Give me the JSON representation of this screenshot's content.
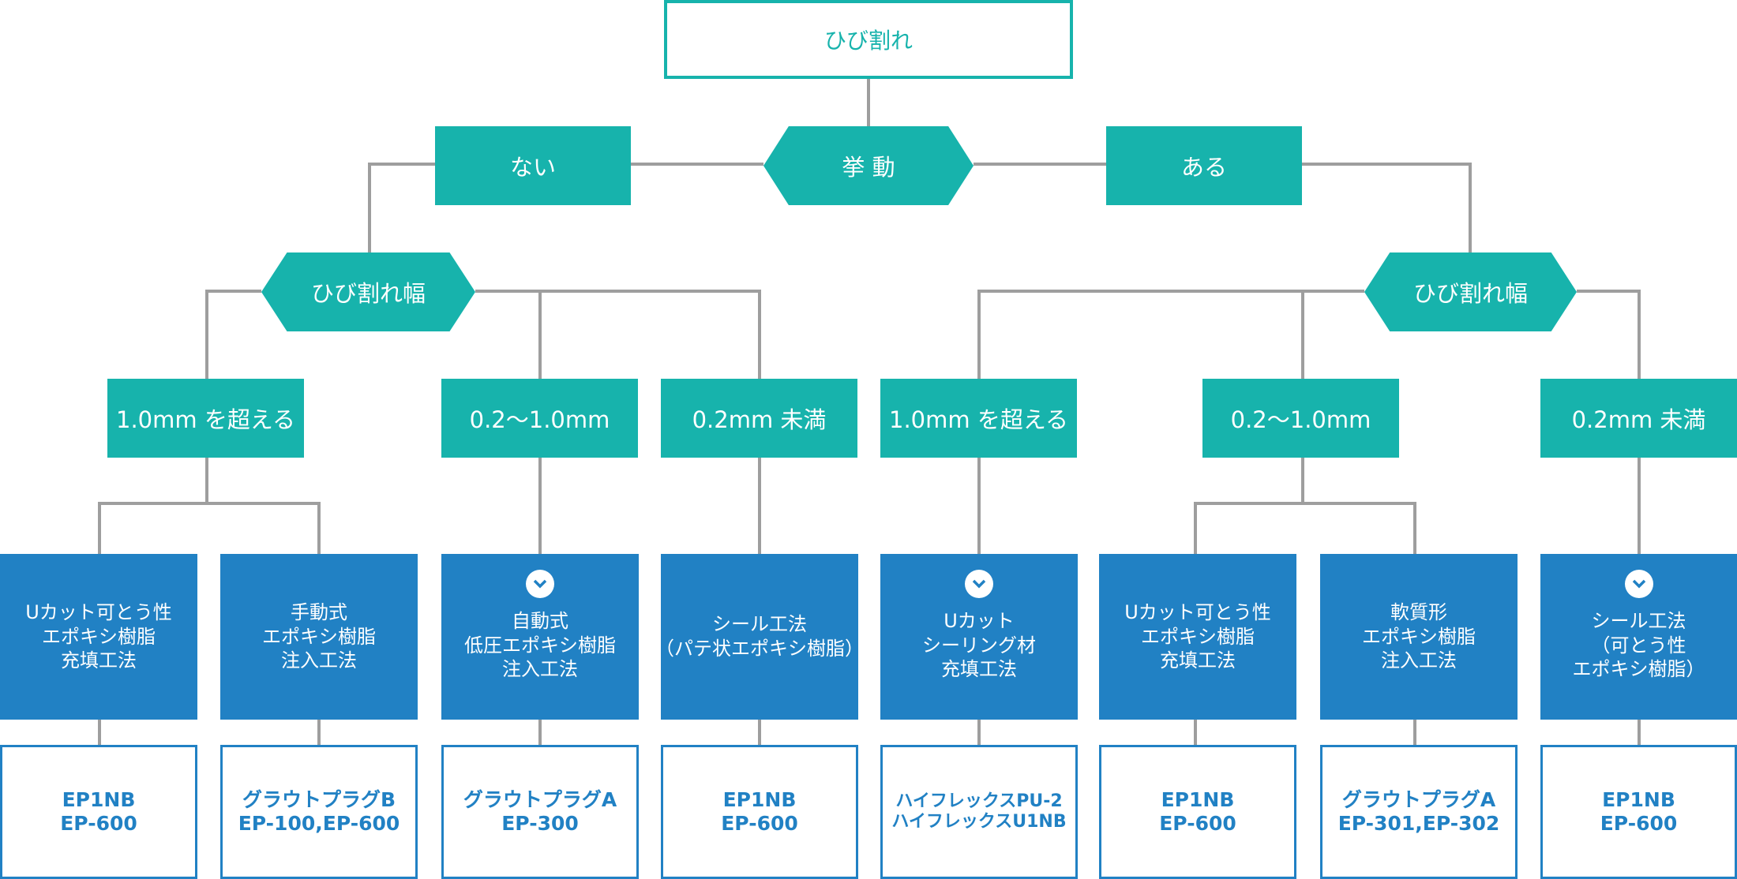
{
  "root": "ひび割れ",
  "decision": {
    "movement": "挙 動",
    "width_left": "ひび割れ幅",
    "width_right": "ひび割れ幅"
  },
  "branches": {
    "no": "ない",
    "yes": "ある"
  },
  "widths": {
    "l1": "1.0mm を超える",
    "l2": "0.2〜1.0mm",
    "l3": "0.2mm 未満",
    "r1": "1.0mm を超える",
    "r2": "0.2〜1.0mm",
    "r3": "0.2mm 未満"
  },
  "methods": [
    [
      "Uカット可とう性",
      "エポキシ樹脂",
      "充填工法"
    ],
    [
      "手動式",
      "エポキシ樹脂",
      "注入工法"
    ],
    [
      "自動式",
      "低圧エポキシ樹脂",
      "注入工法"
    ],
    [
      "シール工法",
      "（パテ状エポキシ樹脂）"
    ],
    [
      "Uカット",
      "シーリング材",
      "充填工法"
    ],
    [
      "Uカット可とう性",
      "エポキシ樹脂",
      "充填工法"
    ],
    [
      "軟質形",
      "エポキシ樹脂",
      "注入工法"
    ],
    [
      "シール工法",
      "（可とう性",
      "エポキシ樹脂）"
    ]
  ],
  "products": [
    [
      "EP1NB",
      "EP-600"
    ],
    [
      "グラウトプラグB",
      "EP-100,EP-600"
    ],
    [
      "グラウトプラグA",
      "EP-300"
    ],
    [
      "EP1NB",
      "EP-600"
    ],
    [
      "ハイフレックスPU-2",
      "ハイフレックスU1NB"
    ],
    [
      "EP1NB",
      "EP-600"
    ],
    [
      "グラウトプラグA",
      "EP-301,EP-302"
    ],
    [
      "EP1NB",
      "EP-600"
    ]
  ],
  "colors": {
    "teal": "#17b3ac",
    "blue": "#2181c4",
    "connector": "#9e9e9e"
  }
}
